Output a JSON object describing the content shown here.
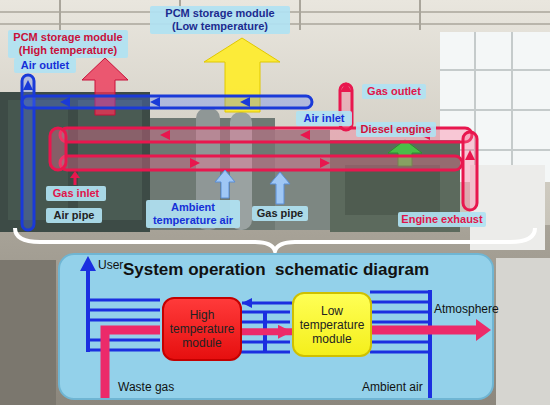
{
  "diagram": {
    "nodes": [
      {
        "text": [
          "PCM storage module (Low temperature)"
        ]
      },
      {
        "text": [
          "PCM storage module (High temperature)"
        ]
      },
      {
        "text": [
          "Air outlet"
        ]
      },
      {
        "text": [
          "Gas outlet"
        ]
      },
      {
        "text": [
          "Air inlet"
        ]
      },
      {
        "text": [
          "Diesel engine"
        ]
      },
      {
        "text": [
          "Gas inlet"
        ]
      },
      {
        "text": [
          "Ambient temperature air"
        ]
      },
      {
        "text": [
          "Air pipe"
        ]
      },
      {
        "text": [
          "Gas pipe"
        ]
      },
      {
        "text": [
          "Engine exhaust"
        ]
      },
      {
        "text": [
          "System operation  schematic diagram"
        ]
      },
      {
        "text": [
          "High temperature module"
        ],
        "in": 11
      },
      {
        "text": [
          "Low temperature module"
        ],
        "in": 11
      }
    ],
    "edges": [
      {
        "from": 12,
        "to": 13,
        "arrow": "to"
      },
      {
        "from": 13,
        "to": 12,
        "arrow": "to"
      }
    ],
    "labels": [
      "User",
      "Atmosphere",
      "Waste gas",
      "Ambient air"
    ]
  }
}
